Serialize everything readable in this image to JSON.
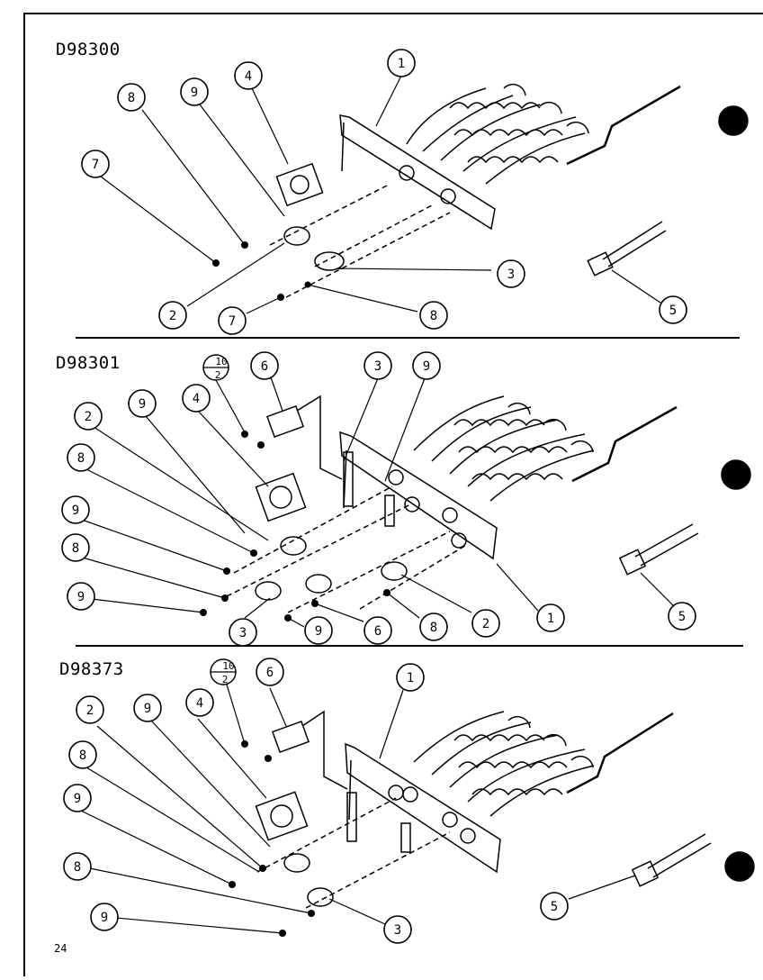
{
  "sections": [
    {
      "model": "D98300",
      "callouts": [
        "1",
        "4",
        "9",
        "8",
        "7",
        "2",
        "7",
        "8",
        "3",
        "5"
      ]
    },
    {
      "model": "D98301",
      "fraction": {
        "numerator": "10",
        "denominator": "2"
      },
      "callouts": [
        "6",
        "3",
        "9",
        "9",
        "4",
        "2",
        "8",
        "9",
        "8",
        "9",
        "3",
        "9",
        "6",
        "8",
        "2",
        "1",
        "5"
      ]
    },
    {
      "model": "D98373",
      "fraction": {
        "numerator": "10",
        "denominator": "2"
      },
      "callouts": [
        "6",
        "1",
        "9",
        "4",
        "2",
        "8",
        "9",
        "8",
        "9",
        "3",
        "5"
      ]
    }
  ],
  "page_number": "24",
  "colors": {
    "ink": "#000000",
    "paper": "#ffffff"
  }
}
